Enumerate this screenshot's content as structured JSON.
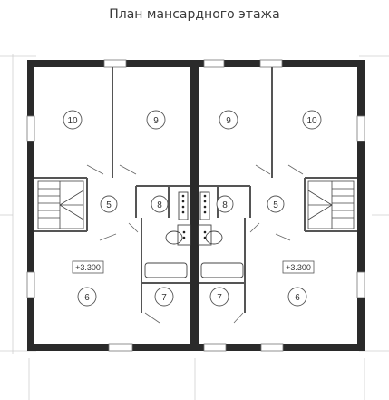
{
  "title": "План мансардного этажа",
  "rooms": [
    {
      "id": "10",
      "label": "10"
    },
    {
      "id": "9",
      "label": "9"
    },
    {
      "id": "9",
      "label": "9"
    },
    {
      "id": "10",
      "label": "10"
    },
    {
      "id": "5",
      "label": "5"
    },
    {
      "id": "8",
      "label": "8"
    },
    {
      "id": "8",
      "label": "8"
    },
    {
      "id": "5",
      "label": "5"
    },
    {
      "id": "6",
      "label": "6"
    },
    {
      "id": "7",
      "label": "7"
    },
    {
      "id": "7",
      "label": "7"
    },
    {
      "id": "6",
      "label": "6"
    }
  ],
  "levels": [
    "+3.300",
    "+3.300"
  ],
  "colors": {
    "wall": "#2a2a2a",
    "line": "#555555",
    "window": "#9a9a9a"
  }
}
